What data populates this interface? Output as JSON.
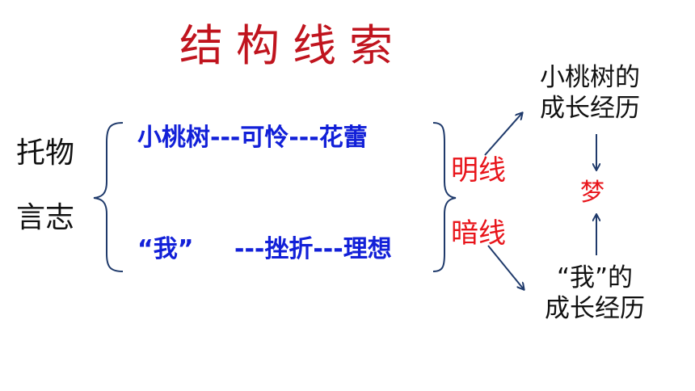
{
  "title": "结构线索",
  "left_labels": [
    "托物",
    "言志"
  ],
  "lines": {
    "top": "小桃树---可怜---花蕾",
    "bottom_quote": "“我”",
    "bottom_rest": "---挫折---理想"
  },
  "thread_labels": {
    "explicit": "明线",
    "implicit": "暗线"
  },
  "right": {
    "top_line1": "小桃树的",
    "top_line2": "成长经历",
    "center": "梦",
    "bottom_line1": "“我”的",
    "bottom_line2": "成长经历"
  },
  "colors": {
    "title": "#c0141e",
    "blue_text": "#1220d8",
    "red_text": "#e8141a",
    "arrows": "#1f3a6b"
  }
}
